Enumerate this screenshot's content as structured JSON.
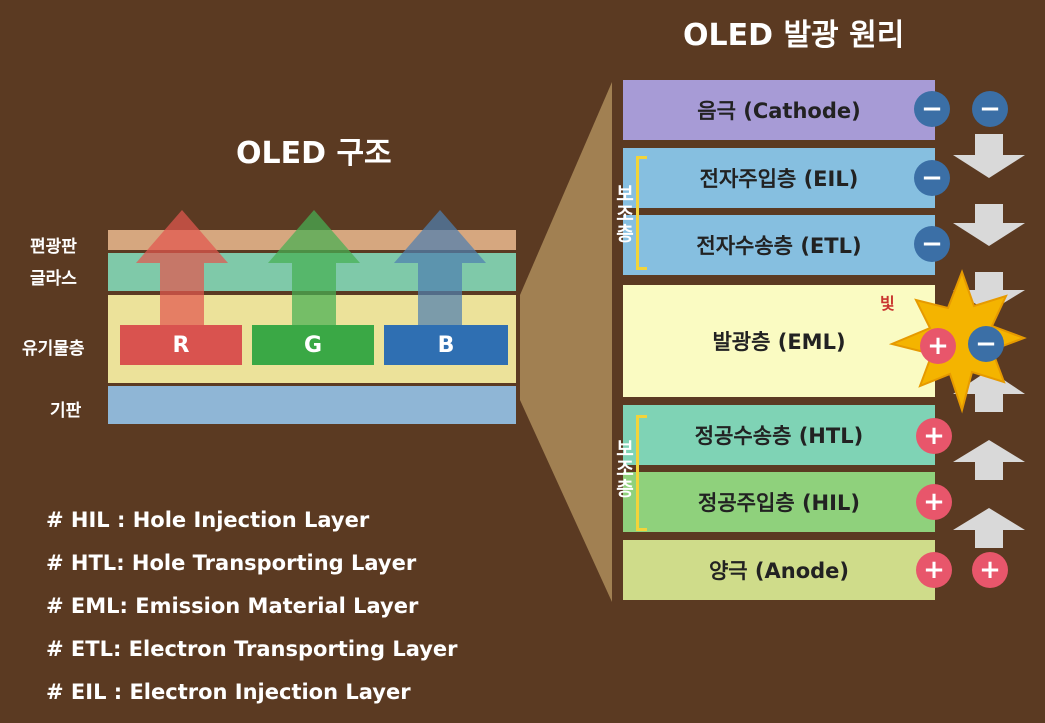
{
  "structure": {
    "title": "OLED 구조",
    "side_labels": [
      "편광판",
      "글라스",
      "유기물층",
      "기판"
    ],
    "pixels": [
      {
        "label": "R",
        "color": "#d9534f"
      },
      {
        "label": "G",
        "color": "#3aa845"
      },
      {
        "label": "B",
        "color": "#2f6fb2"
      }
    ]
  },
  "principle": {
    "title": "OLED 발광 원리",
    "aux_label": "보조층",
    "aux_chars": [
      "보",
      "조",
      "층"
    ],
    "light_label": "빛",
    "layers": [
      {
        "label": "음극 (Cathode)",
        "color": "#a79bd6",
        "charge": "−"
      },
      {
        "label": "전자주입층 (EIL)",
        "color": "#86bfe0",
        "charge": "−"
      },
      {
        "label": "전자수송층 (ETL)",
        "color": "#86bfe0",
        "charge": "−"
      },
      {
        "label": "발광층 (EML)",
        "color": "#fafbc2",
        "charge": "+"
      },
      {
        "label": "정공수송층 (HTL)",
        "color": "#7fd3b5",
        "charge": "+"
      },
      {
        "label": "정공주입층 (HIL)",
        "color": "#8fd17c",
        "charge": "+"
      },
      {
        "label": "양극 (Anode)",
        "color": "#cfdc8a",
        "charge": "+"
      }
    ],
    "side_charges": {
      "cathode": "−",
      "eml": "−",
      "anode": "+"
    }
  },
  "legend": [
    "# HIL : Hole Injection Layer",
    "# HTL: Hole Transporting Layer",
    "# EML: Emission Material Layer",
    "# ETL: Electron Transporting Layer",
    "# EIL : Electron Injection Layer"
  ]
}
